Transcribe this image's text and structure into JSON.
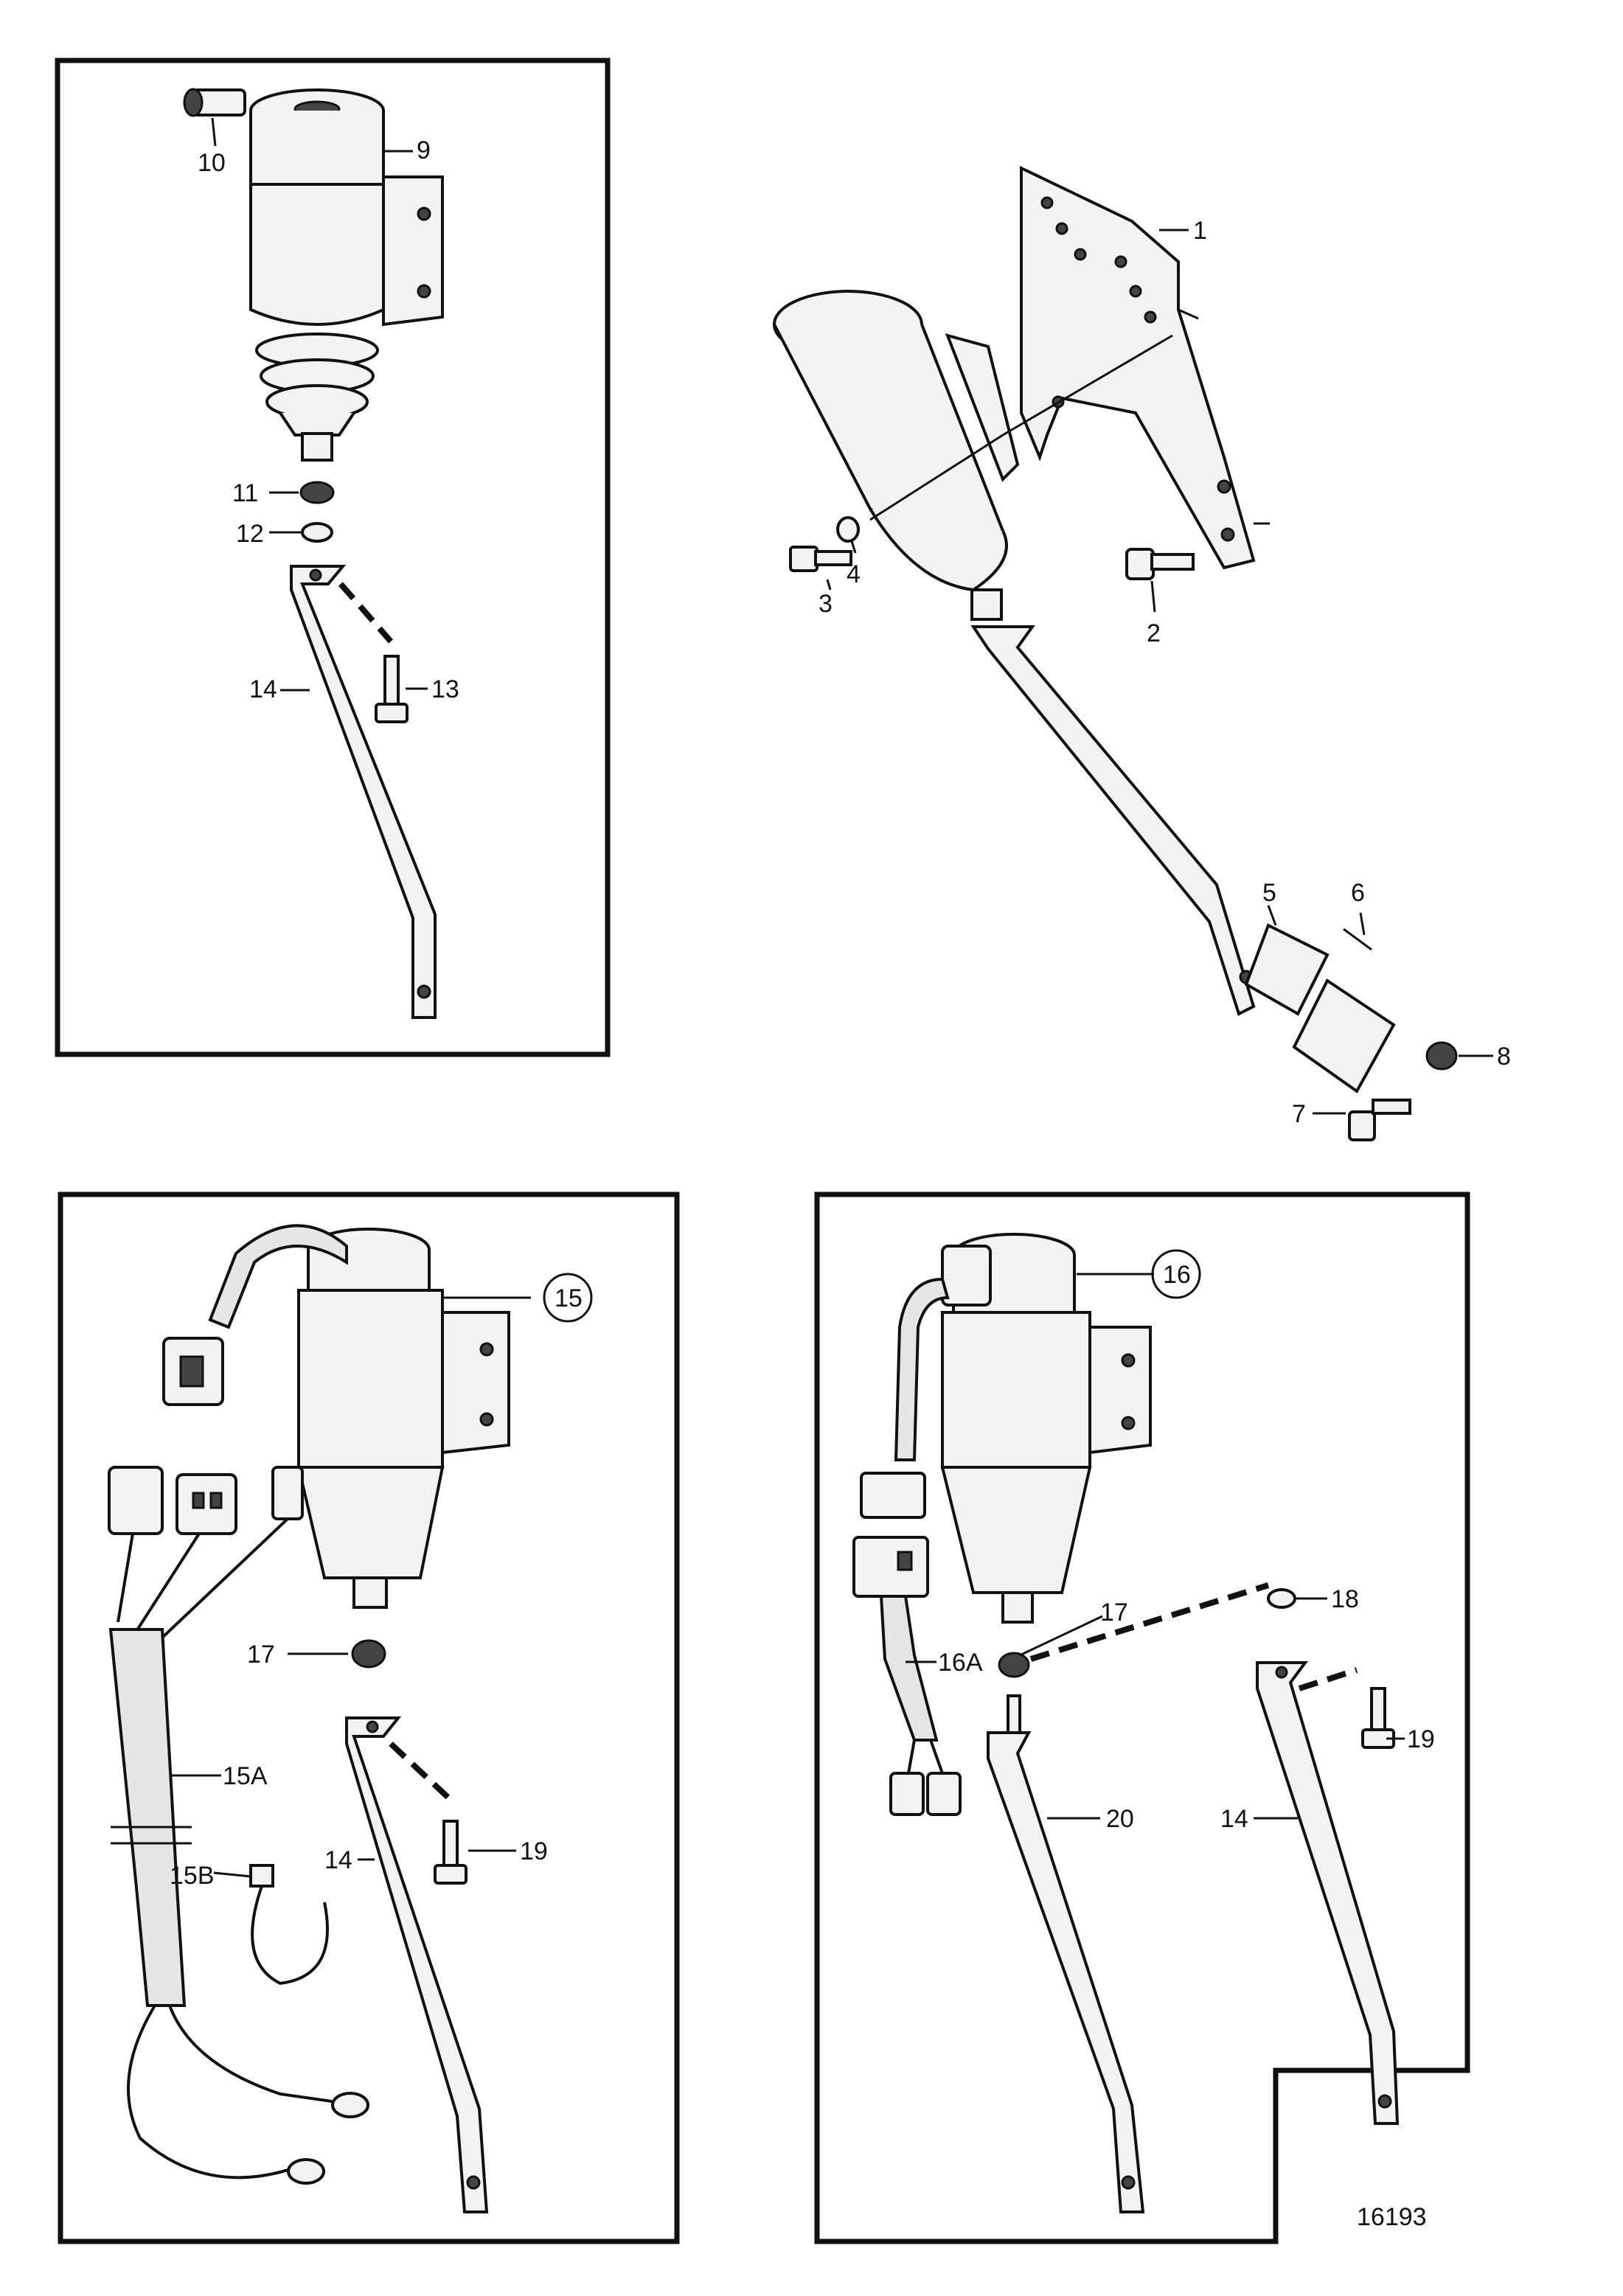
{
  "figure_number": "16193",
  "callouts": {
    "c1": "1",
    "c2": "2",
    "c3": "3",
    "c4": "4",
    "c5": "5",
    "c6": "6",
    "c7": "7",
    "c8": "8",
    "c9": "9",
    "c10": "10",
    "c11": "11",
    "c12": "12",
    "c13": "13",
    "c14a": "14",
    "c15": "15",
    "c15A": "15A",
    "c15B": "15B",
    "c17a": "17",
    "c14b": "14",
    "c19a": "19",
    "c16": "16",
    "c16A": "16A",
    "c17b": "17",
    "c18": "18",
    "c19b": "19",
    "c20": "20",
    "c14c": "14"
  }
}
